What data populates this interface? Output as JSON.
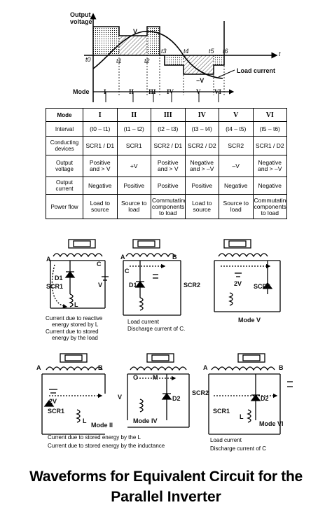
{
  "waveform": {
    "y_axis_label_1": "Output",
    "y_axis_label_2": "voltage",
    "pos_level": "V",
    "neg_level": "−V",
    "origin": "t0",
    "time_marks": [
      "t1",
      "t2",
      "t3",
      "t4",
      "t5",
      "t6"
    ],
    "time_axis": "t",
    "load_current_label": "Load current",
    "mode_label": "Mode",
    "mode_marks": [
      "I",
      "II",
      "III",
      "IV",
      "V",
      "VI"
    ]
  },
  "table": {
    "headers": [
      "Mode",
      "I",
      "II",
      "III",
      "IV",
      "V",
      "VI"
    ],
    "rows": [
      {
        "label": "Interval",
        "cells": [
          "(t0 – t1)",
          "(t1 – t2)",
          "(t2 – t3)",
          "(t3 – t4)",
          "(t4 – t5)",
          "(t5 – t6)"
        ]
      },
      {
        "label": "Conducting devices",
        "cells": [
          "SCR1 / D1",
          "SCR1",
          "SCR2 / D1",
          "SCR2 / D2",
          "SCR2",
          "SCR1 / D2"
        ]
      },
      {
        "label": "Output voltage",
        "cells": [
          "Positive and > V",
          "+V",
          "Positive and > V",
          "Negative and > –V",
          "–V",
          "Negative and > –V"
        ]
      },
      {
        "label": "Output current",
        "cells": [
          "Negative",
          "Positive",
          "Positive",
          "Positive",
          "Negative",
          "Negative"
        ]
      },
      {
        "label": "Power flow",
        "cells": [
          "Load to source",
          "Source to load",
          "Commutating components to load",
          "Load to source",
          "Source to load",
          "Commutating components to load"
        ]
      }
    ]
  },
  "circuits": {
    "mode1": {
      "labels": {
        "a": "A",
        "c": "C",
        "d1": "D1",
        "scr1": "SCR1",
        "v": "V",
        "l": "L"
      },
      "legend": [
        "Current due to reactive",
        "energy stored by L",
        "Current due to stored",
        "energy by the load"
      ]
    },
    "mode3": {
      "labels": {
        "a": "A",
        "b": "B",
        "c": "C",
        "d1": "D1",
        "scr2": "SCR2"
      },
      "legend": [
        "Load current",
        "Discharge current of C."
      ]
    },
    "mode5": {
      "labels": {
        "v2": "2V",
        "scr2": "SCR2",
        "caption": "Mode V"
      }
    },
    "mode2": {
      "labels": {
        "a": "A",
        "b": "B",
        "v2": "2V",
        "scr1": "SCR1",
        "l": "L",
        "v": "V",
        "caption": "Mode II"
      }
    },
    "mode4": {
      "labels": {
        "o": "O",
        "m": "M",
        "d2": "D2",
        "scr2": "SCR2",
        "caption": "Mode IV"
      }
    },
    "mode6": {
      "labels": {
        "a": "A",
        "b": "B",
        "scr1": "SCR1",
        "d2": "D2",
        "l": "L",
        "caption": "Mode VI"
      }
    },
    "legend_bottom": [
      "Current due to stored energy by the L",
      "Current due to stored energy by the inductance",
      "Load current",
      "Discharge current of C"
    ]
  },
  "title": {
    "line1": "Waveforms for Equivalent Circuit for the",
    "line2": "Parallel Inverter"
  }
}
